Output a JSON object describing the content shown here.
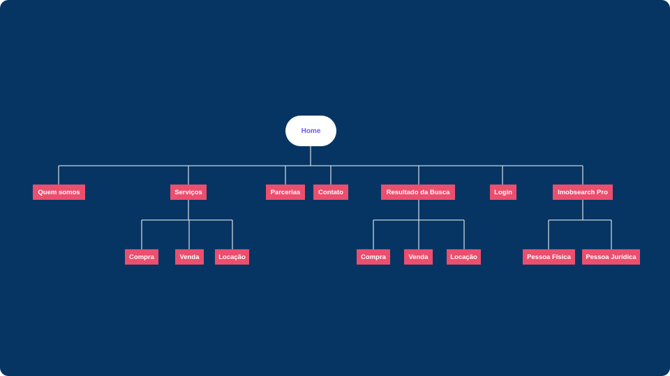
{
  "root": {
    "label": "Home"
  },
  "level1": [
    {
      "id": "quem-somos",
      "label": "Quem somos"
    },
    {
      "id": "servicos",
      "label": "Serviços"
    },
    {
      "id": "parcerias",
      "label": "Parcerias"
    },
    {
      "id": "contato",
      "label": "Contato"
    },
    {
      "id": "resultado-busca",
      "label": "Resultado da Busca"
    },
    {
      "id": "login",
      "label": "Login"
    },
    {
      "id": "imobsearch-pro",
      "label": "Imobsearch Pro"
    }
  ],
  "servicos_children": [
    {
      "label": "Compra"
    },
    {
      "label": "Venda"
    },
    {
      "label": "Locação"
    }
  ],
  "resultado_children": [
    {
      "label": "Compra"
    },
    {
      "label": "Venda"
    },
    {
      "label": "Locação"
    }
  ],
  "pro_children": [
    {
      "label": "Pessoa Física"
    },
    {
      "label": "Pessoa Jurídica"
    }
  ],
  "colors": {
    "background": "#073563",
    "node_fill": "#ec4e6e",
    "node_text": "#ffffff",
    "root_fill": "#ffffff",
    "root_text": "#6a5cf0",
    "connector": "#c9d3df"
  }
}
